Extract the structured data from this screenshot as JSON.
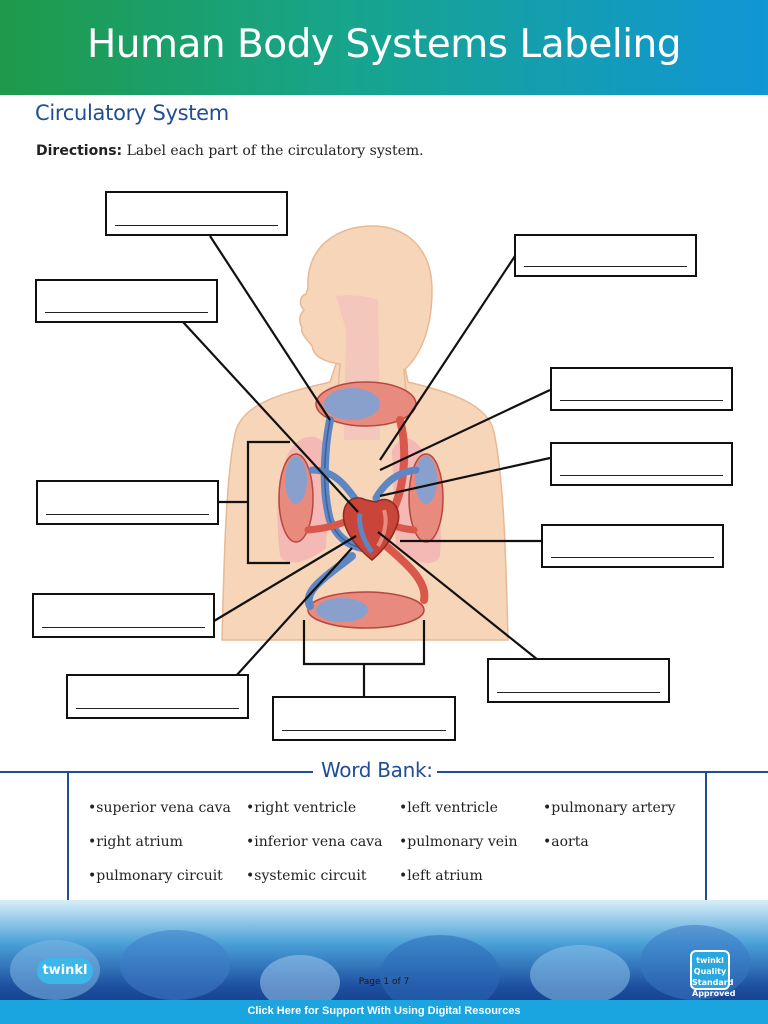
{
  "header": {
    "title": "Human Body Systems Labeling"
  },
  "section": {
    "title": "Circulatory System"
  },
  "directions": {
    "label": "Directions:",
    "text": " Label each part of the circulatory system."
  },
  "diagram": {
    "label_count": 11,
    "colors": {
      "skin": "#f6d5b8",
      "skin_outline": "#e9b894",
      "artery": "#d9574b",
      "vein": "#5d86c3",
      "leader": "#111111"
    }
  },
  "word_bank": {
    "title": "Word Bank:",
    "items": [
      "superior vena cava",
      "right ventricle",
      "left ventricle",
      "pulmonary artery",
      "right atrium",
      "inferior vena cava",
      "pulmonary vein",
      "aorta",
      "pulmonary circuit",
      "systemic circuit",
      "left atrium"
    ]
  },
  "footer": {
    "logo": "twinkl",
    "badge": "twinkl Quality Standard Approved",
    "page_indicator": "Page 1 of 7",
    "support_link": "Click Here for Support With Using Digital Resources"
  }
}
